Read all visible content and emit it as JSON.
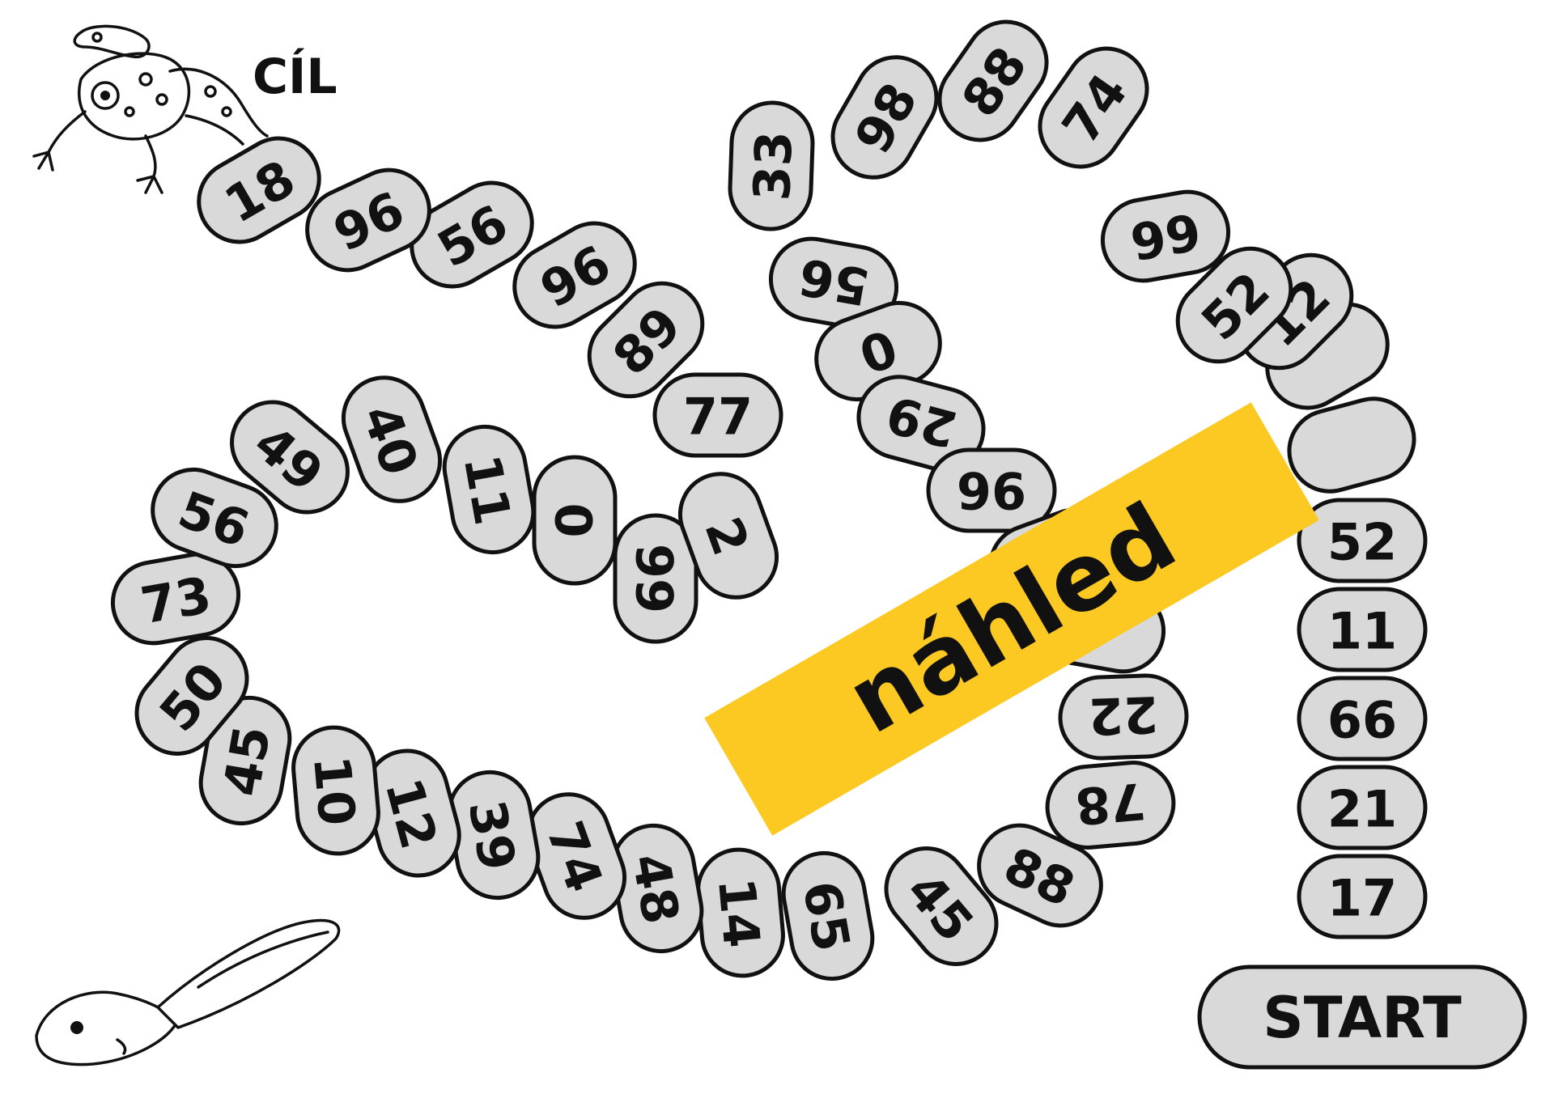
{
  "labels": {
    "goal": "CÍL",
    "start": "START",
    "watermark": "náhled"
  },
  "colors": {
    "tile_fill": "#d9d9d9",
    "tile_stroke": "#111111",
    "watermark_band": "#fcc822"
  },
  "icons": {
    "goal_image": "frog-icon",
    "start_image": "tadpole-icon"
  },
  "tiles": [
    "17",
    "21",
    "66",
    "11",
    "52",
    "",
    "",
    "12",
    "52",
    "99",
    "74",
    "88",
    "98",
    "33",
    "56",
    "0",
    "29",
    "96",
    "",
    "",
    "22",
    "78",
    "88",
    "45",
    "65",
    "14",
    "48",
    "74",
    "39",
    "12",
    "10",
    "45",
    "50",
    "73",
    "56",
    "49",
    "40",
    "11",
    "0",
    "99",
    "2",
    "77",
    "89",
    "96",
    "56",
    "96",
    "18"
  ]
}
